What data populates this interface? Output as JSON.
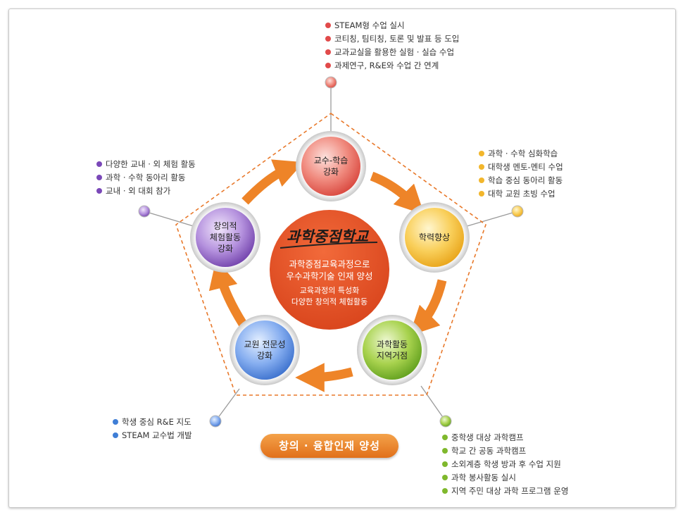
{
  "center": {
    "logo": "과학중점학교",
    "line1": "과학중점교육과정으로",
    "line2": "우수과학기술 인재 양성",
    "line3": "교육과정의 특성화",
    "line4": "다양한 창의적 체험활동"
  },
  "nodes": {
    "teaching": {
      "l1": "교수-학습",
      "l2": "강화"
    },
    "achievement": {
      "l1": "학력향상",
      "l2": ""
    },
    "science": {
      "l1": "과학활동",
      "l2": "지역거점"
    },
    "teacher": {
      "l1": "교원 전문성",
      "l2": "강화"
    },
    "creative": {
      "l1": "창의적",
      "l2": "체험활동",
      "l3": "강화"
    }
  },
  "lists": {
    "top": [
      "STEAM형 수업 실시",
      "코티칭, 팀티칭, 토론 및 발표 등 도입",
      "교과교실을 활용한 실험 · 실습 수업",
      "과제연구, R&E와 수업 간 연계"
    ],
    "right": [
      "과학 · 수학 심화학습",
      "대학생 멘토-멘티 수업",
      "학습 중심 동아리 활동",
      "대학 교원 초빙 수업"
    ],
    "bottom_right": [
      "중학생 대상 과학캠프",
      "학교 간 공동 과학캠프",
      "소외계층 학생 방과 후 수업 지원",
      "과학 봉사활동 실시",
      "지역 주민 대상 과학 프로그램 운영"
    ],
    "bottom_left": [
      "학생 중심 R&E 지도",
      "STEAM 교수법 개발"
    ],
    "left": [
      "다양한 교내 · 외 체험 활동",
      "과학 · 수학 동아리 활동",
      "교내 · 외 대회 참가"
    ]
  },
  "banner": "창의 · 융합인재 양성",
  "colors": {
    "red": "#e14a4a",
    "yellow": "#f2b62c",
    "green": "#7fb82c",
    "blue": "#3f7ed6",
    "purple": "#7a48b8",
    "orange": "#ee8428"
  }
}
